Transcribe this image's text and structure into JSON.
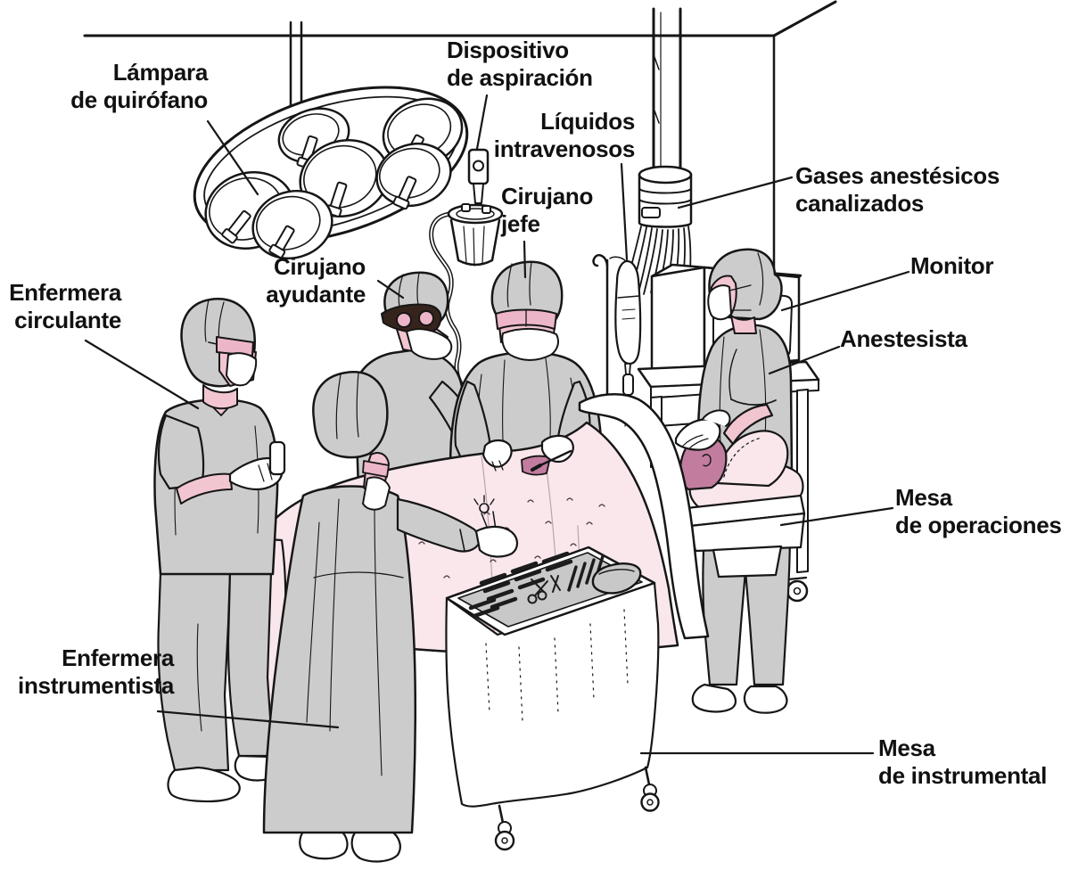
{
  "figure": {
    "description": "Operating room labeled diagram",
    "background": "#ffffff",
    "line_color": "#161616",
    "colors": {
      "scrubs_gray": "#cdcccc",
      "skin_pink": "#f2c6d1",
      "drape_pink": "#f9e7ec",
      "accent_mauve": "#c27d9e",
      "goggles_pink": "#edb6c8",
      "tray_gray": "#c9c8c8",
      "white": "#ffffff"
    },
    "labels": [
      {
        "id": "lamp",
        "lines": [
          "Lámpara",
          "de quirófano"
        ]
      },
      {
        "id": "suction",
        "lines": [
          "Dispositivo",
          "de aspiración"
        ]
      },
      {
        "id": "iv",
        "lines": [
          "Líquidos",
          "intravenosos"
        ]
      },
      {
        "id": "chief",
        "lines": [
          "Cirujano",
          "jefe"
        ]
      },
      {
        "id": "gases",
        "lines": [
          "Gases anestésicos",
          "canalizados"
        ]
      },
      {
        "id": "assistant",
        "lines": [
          "Cirujano",
          "ayudante"
        ]
      },
      {
        "id": "circulating",
        "lines": [
          "Enfermera",
          "circulante"
        ]
      },
      {
        "id": "monitor",
        "lines": [
          "Monitor"
        ]
      },
      {
        "id": "anesthetist",
        "lines": [
          "Anestesista"
        ]
      },
      {
        "id": "optable",
        "lines": [
          "Mesa",
          "de operaciones"
        ]
      },
      {
        "id": "scrubnurse",
        "lines": [
          "Enfermera",
          "instrumentista"
        ]
      },
      {
        "id": "insttable",
        "lines": [
          "Mesa",
          "de instrumental"
        ]
      }
    ]
  }
}
